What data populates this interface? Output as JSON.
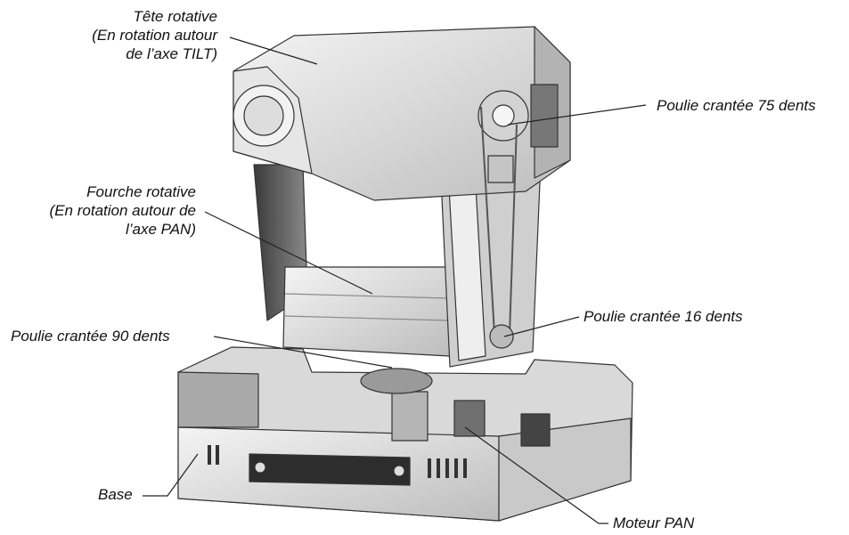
{
  "labels": {
    "tete": {
      "line1": "Tête rotative",
      "line2": "(En rotation autour",
      "line3": "de l’axe TILT)"
    },
    "fourche": {
      "line1": "Fourche rotative",
      "line2": "(En rotation autour de",
      "line3": "l’axe PAN)"
    },
    "poulie90": "Poulie crantée 90 dents",
    "base": "Base",
    "poulie75": "Poulie crantée 75 dents",
    "poulie16": "Poulie crantée 16 dents",
    "moteur": "Moteur PAN"
  }
}
